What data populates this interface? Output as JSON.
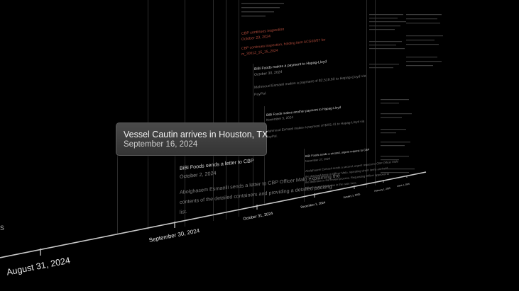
{
  "tooltip": {
    "title": "Vessel Cautin arrives in Houston, TX",
    "date": "September 16, 2024"
  },
  "axis": {
    "labels": [
      "August 31, 2024",
      "September 30, 2024",
      "October 31, 2024",
      "December 1, 2024",
      "January 1, 2025",
      "February 1, 2025",
      "March 1, 2025"
    ]
  },
  "left_edge_text": "s",
  "events": {
    "cbp_continues_inspection": {
      "title": "CBP continues inspection",
      "date": "October 23, 2024"
    },
    "cbp_continues_inspection_2": {
      "title": "CBP continues inspection, holding item ACG03/07 for",
      "date": "m_30012_15_15_2024"
    },
    "payment_1": {
      "title": "BiBi Foods makes a payment to Hapag-Lloyd",
      "date": "October 30, 2024",
      "body": [
        "Mahmoud Esmaeli makes a payment of $2,519.60 to Hapag-Lloyd via",
        "PayPal."
      ]
    },
    "payment_2": {
      "title": "BiBi Foods makes another payment to Hapag-Lloyd",
      "date": "November 5, 2024",
      "body": [
        "Mahmoud Esmaeli makes a payment of $291.41 to Hapag-Lloyd via",
        "PayPal."
      ]
    },
    "letter_1": {
      "title": "BiBi Foods sends a letter to CBP",
      "date": "October 2, 2024",
      "body": [
        "Abolghasem Esmaeili sends a letter to CBP Officer Malo explaining the",
        "contents of the detailed containers and providing a detailed packing",
        "list."
      ]
    },
    "letter_2": {
      "title": "BiBi Foods sends a second, urgent request to CBP",
      "date": "November 27, 2024",
      "body": [
        "Abolghasem Esmaeli sends a second, urgent request to CBP Officer Malo",
        "the detained items in Officer Malo, repeating which items are held",
        "the detention in the review process. Requesting Officer approval to",
        "follow up and resolution in the case here."
      ]
    }
  }
}
